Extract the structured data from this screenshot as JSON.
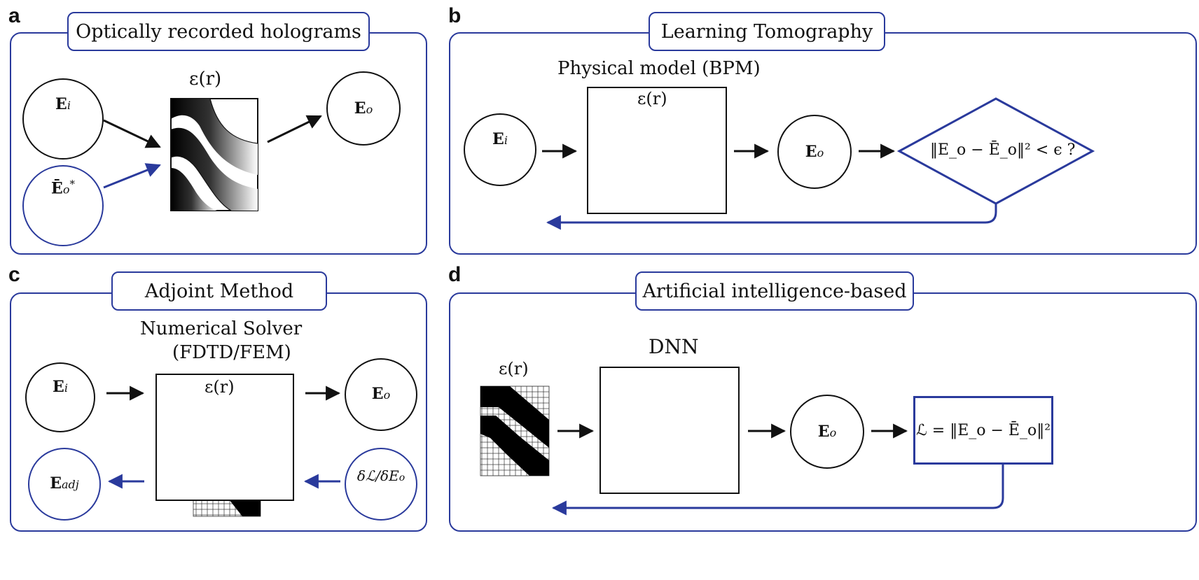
{
  "panels": {
    "a": {
      "letter": "a",
      "title": "Optically recorded holograms",
      "permittivity": "ε(r)",
      "input_field": "E",
      "input_sub": "i",
      "conj_field": "Ē",
      "conj_sub": "o",
      "conj_sup": "*",
      "output_field": "E",
      "output_sub": "o"
    },
    "b": {
      "letter": "b",
      "title": "Learning Tomography",
      "model_label": "Physical model (BPM)",
      "permittivity": "ε(r)",
      "input_field": "E",
      "input_sub": "i",
      "output_field": "E",
      "output_sub": "o",
      "condition": "‖E_o − Ē_o‖² < ϵ ?"
    },
    "c": {
      "letter": "c",
      "title": "Adjoint Method",
      "solver_line1": "Numerical Solver",
      "solver_line2": "(FDTD/FEM)",
      "permittivity": "ε(r)",
      "input_field": "E",
      "input_sub": "i",
      "output_field": "E",
      "output_sub": "o",
      "adj_field": "E",
      "adj_sub": "adj",
      "gradient": "δℒ/δE",
      "gradient_sub": "o"
    },
    "d": {
      "letter": "d",
      "title": "Artificial intelligence-based",
      "network_label": "DNN",
      "permittivity": "ε(r)",
      "output_field": "E",
      "output_sub": "o",
      "loss": "ℒ = ‖E_o − Ē_o‖²"
    }
  },
  "colors": {
    "accent_blue": "#2a3a9c",
    "ink": "#111111"
  }
}
